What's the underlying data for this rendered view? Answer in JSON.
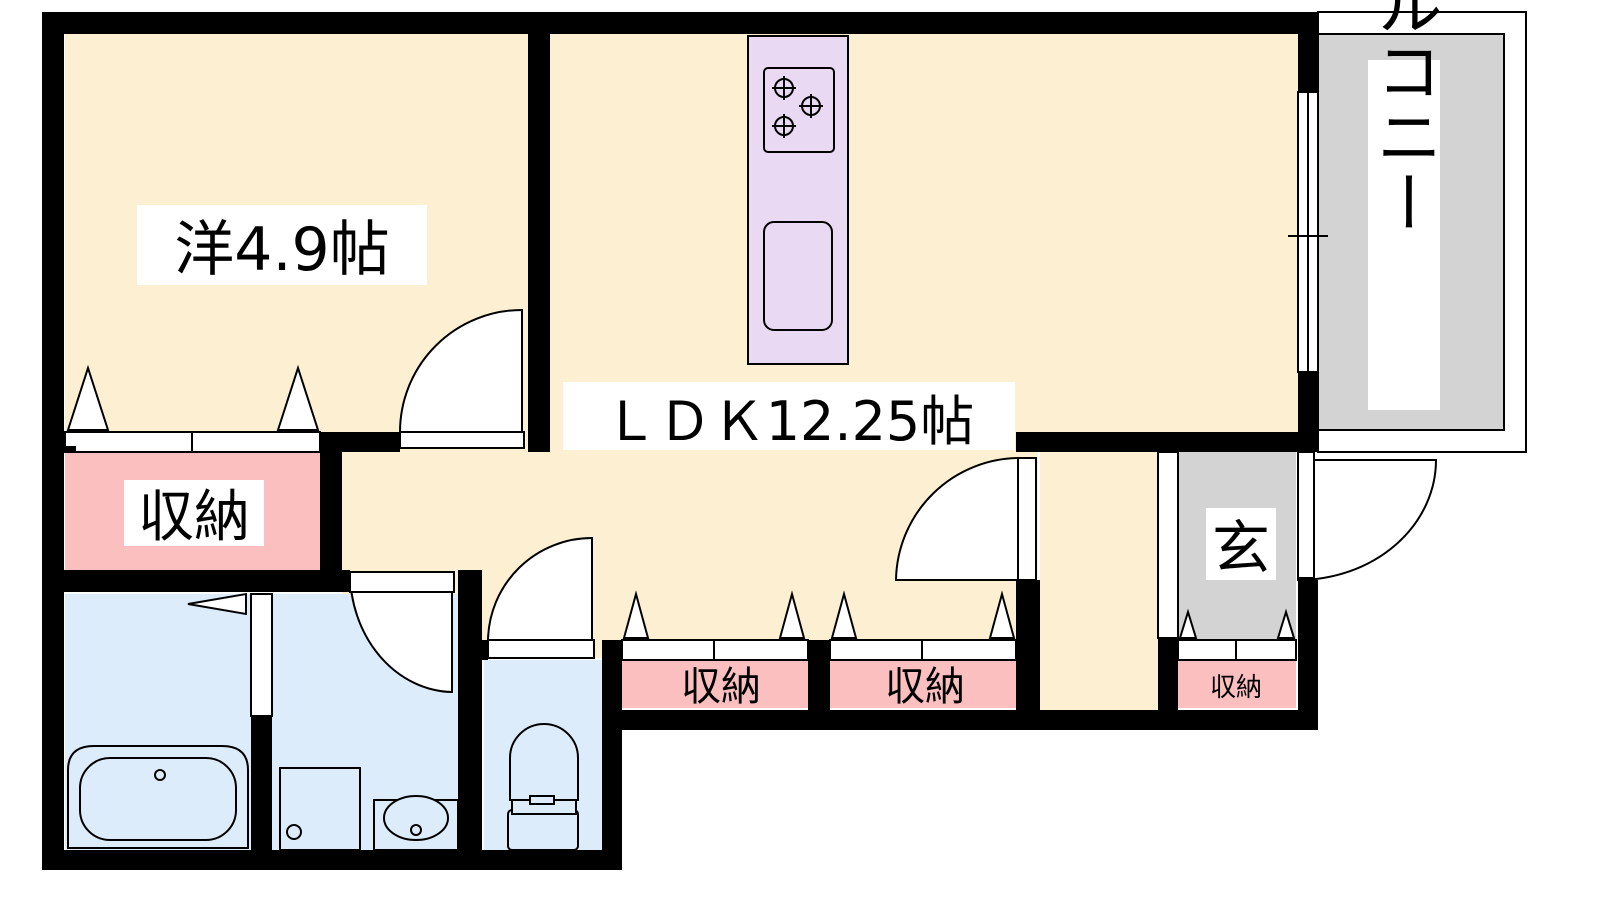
{
  "rooms": {
    "western": "洋4.9帖",
    "ldk": "ＬＤＫ12.25帖",
    "balcony": "バルコニー",
    "entrance": "玄",
    "storage_west": "収納",
    "storage_mid_1": "収納",
    "storage_mid_2": "収納",
    "storage_entry": "収納"
  },
  "colors": {
    "room_floor": "#fdf0d2",
    "wet_area": "#dcecfb",
    "storage": "#fbbfc0",
    "kitchen": "#ead9f3",
    "entrance_floor": "#d3d3d3",
    "balcony_floor": "#d3d3d3",
    "wall": "#000000"
  }
}
